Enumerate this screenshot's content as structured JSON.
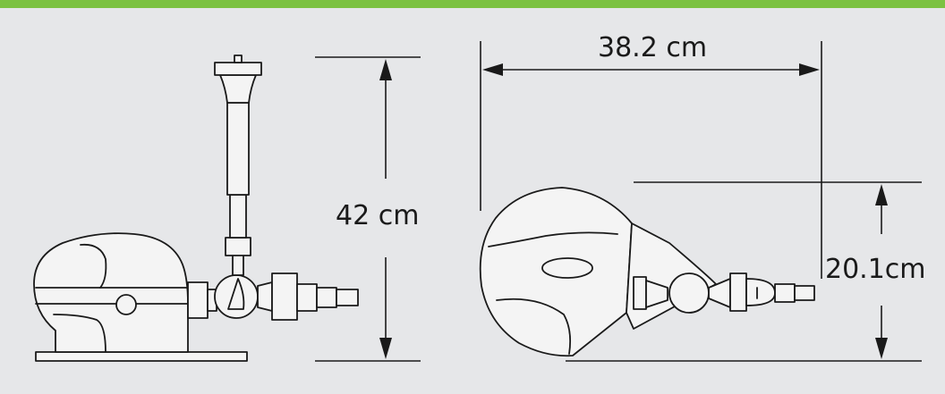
{
  "colors": {
    "accent_bar": "#7cc242",
    "background": "#e6e7e9",
    "ink": "#1a1a1a"
  },
  "dimensions": {
    "height_side": "42 cm",
    "length_top": "38.2 cm",
    "height_top": "20.1cm"
  }
}
